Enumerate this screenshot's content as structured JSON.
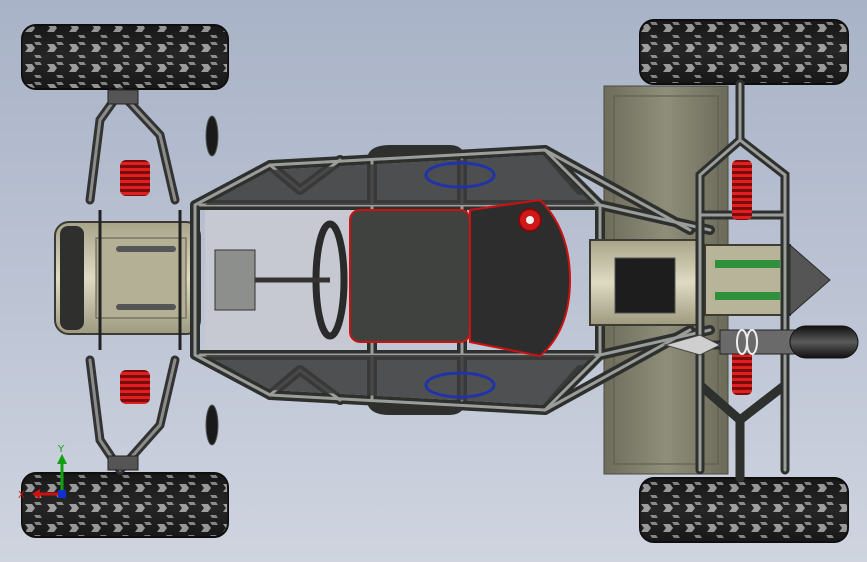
{
  "viewport": {
    "background_top": "#a9b3c7",
    "background_bottom": "#cfd4df"
  },
  "model": {
    "subject": "buggy-chassis-top-view",
    "colors": {
      "tube": "#3a3c3a",
      "tube_highlight": "#8a8d8a",
      "tire": "#1e1f1e",
      "tire_tread": "#d8d8d8",
      "spring": "#d01818",
      "panel": "#7b7a68",
      "seat": "#404240",
      "seat_trim": "#cc1111",
      "engine": "#c9c5a6",
      "exhaust": "#2a2a2a",
      "floor_emblem": "#2233aa"
    }
  },
  "triad": {
    "x_label": "X",
    "y_label": "Y",
    "x_color": "#d01010",
    "y_color": "#10a010",
    "z_color": "#1030d0"
  }
}
